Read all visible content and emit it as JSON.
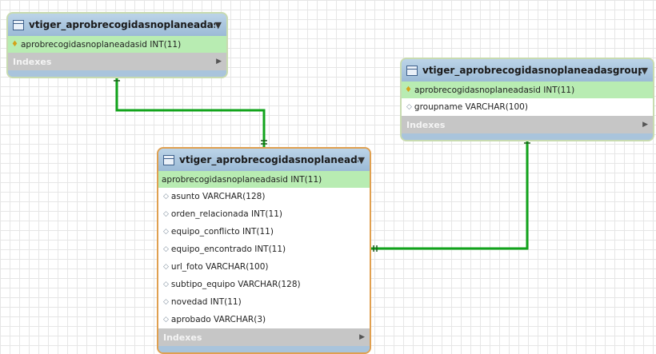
{
  "tables": {
    "cf": {
      "name": "vtiger_aprobrecogidasnoplaneadascf",
      "pk": "aprobrecogidasnoplaneadasid INT(11)",
      "indexes_label": "Indexes"
    },
    "main": {
      "name": "vtiger_aprobrecogidasnoplaneadas",
      "pk": "aprobrecogidasnoplaneadasid INT(11)",
      "columns": [
        "asunto VARCHAR(128)",
        "orden_relacionada INT(11)",
        "equipo_conflicto INT(11)",
        "equipo_encontrado INT(11)",
        "url_foto VARCHAR(100)",
        "subtipo_equipo VARCHAR(128)",
        "novedad INT(11)",
        "aprobado VARCHAR(3)"
      ],
      "indexes_label": "Indexes"
    },
    "grouprel": {
      "name": "vtiger_aprobrecogidasnoplaneadasgrouprel",
      "pk": "aprobrecogidasnoplaneadasid INT(11)",
      "columns": [
        "groupname VARCHAR(100)"
      ],
      "indexes_label": "Indexes"
    }
  },
  "icons": {
    "table": "table-icon",
    "primary_key": "key-icon",
    "column": "diamond-icon",
    "collapse": "caret-down-icon",
    "expand": "triangle-right-icon"
  },
  "colors": {
    "relationship_line": "#11a31b",
    "pk_row": "#b8ecb2",
    "header": "#a9c4dc",
    "selected_border": "#e0a050"
  }
}
